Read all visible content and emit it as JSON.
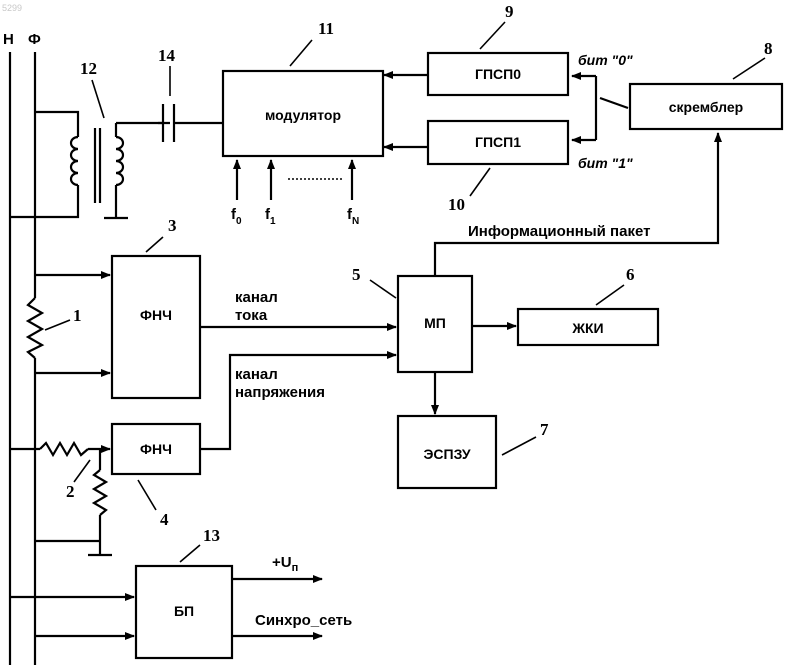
{
  "corner_mark": "5299",
  "rails": {
    "neutral": "Н",
    "phase": "Ф"
  },
  "blocks": {
    "lpf_current": "ФНЧ",
    "lpf_voltage": "ФНЧ",
    "mp": "МП",
    "lcd": "ЖКИ",
    "eeprom": "ЭСПЗУ",
    "scrambler": "скремблер",
    "modulator": "модулятор",
    "gpsp0": "ГПСП0",
    "gpsp1": "ГПСП1",
    "psu": "БП"
  },
  "numbers": {
    "n1": "1",
    "n2": "2",
    "n3": "3",
    "n4": "4",
    "n5": "5",
    "n6": "6",
    "n7": "7",
    "n8": "8",
    "n9": "9",
    "n10": "10",
    "n11": "11",
    "n12": "12",
    "n13": "13",
    "n14": "14"
  },
  "signals": {
    "current_channel_1": "канал",
    "current_channel_2": "тока",
    "voltage_channel_1": "канал",
    "voltage_channel_2": "напряжения",
    "info_packet": "Информационный пакет",
    "bit0": "бит \"0\"",
    "bit1": "бит \"1\"",
    "supply_main": "+U",
    "supply_sub": "п",
    "sync": "Синхро_сеть"
  },
  "frequencies": {
    "f0_main": "f",
    "f0_sub": "0",
    "f1_main": "f",
    "f1_sub": "1",
    "fn_main": "f",
    "fn_sub": "N"
  }
}
